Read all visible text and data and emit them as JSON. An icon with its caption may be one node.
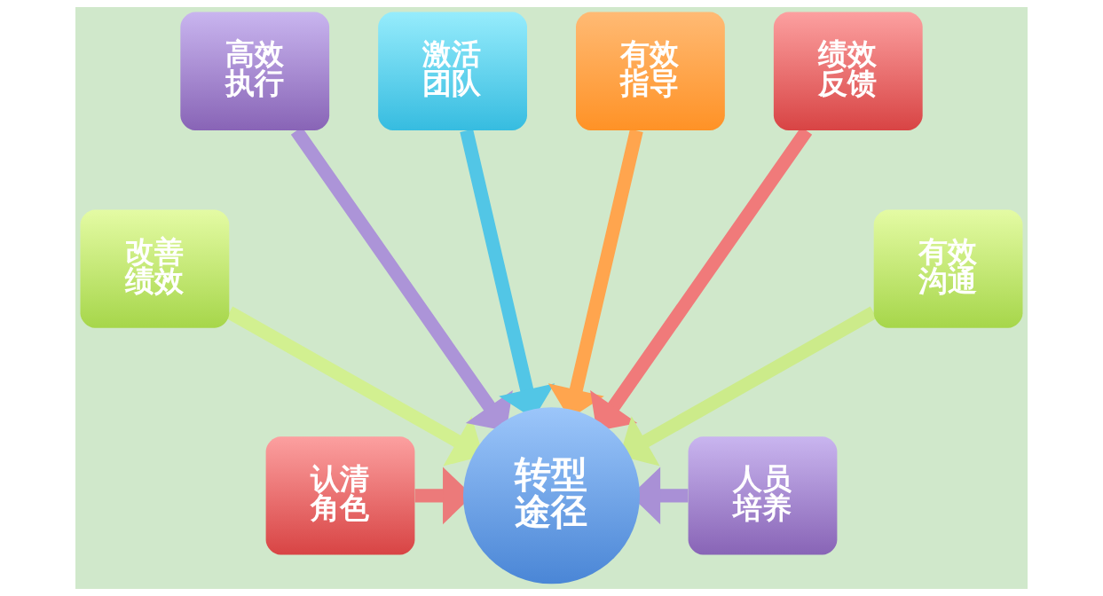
{
  "diagram": {
    "nodes": [
      {
        "text": [
          "认清角色"
        ]
      },
      {
        "text": [
          "改善绩效"
        ]
      },
      {
        "text": [
          "高效执行"
        ]
      },
      {
        "text": [
          "激活团队"
        ]
      },
      {
        "text": [
          "有效指导"
        ]
      },
      {
        "text": [
          "绩效反馈"
        ]
      },
      {
        "text": [
          "有效沟通"
        ]
      },
      {
        "text": [
          "人员培养"
        ]
      },
      {
        "text": [
          "转型途径"
        ]
      }
    ],
    "edges": [
      {
        "from": 0,
        "to": 8,
        "arrow": "to",
        "color": "#ec7a7a"
      },
      {
        "from": 1,
        "to": 8,
        "arrow": "to",
        "color": "#d2f090"
      },
      {
        "from": 2,
        "to": 8,
        "arrow": "to",
        "color": "#ac94d8"
      },
      {
        "from": 3,
        "to": 8,
        "arrow": "to",
        "color": "#52c6e6"
      },
      {
        "from": 4,
        "to": 8,
        "arrow": "to",
        "color": "#ffa54e"
      },
      {
        "from": 5,
        "to": 8,
        "arrow": "to",
        "color": "#f07a7a"
      },
      {
        "from": 6,
        "to": 8,
        "arrow": "to",
        "color": "#cceb8a"
      },
      {
        "from": 7,
        "to": 8,
        "arrow": "to",
        "color": "#a990d6"
      }
    ]
  }
}
